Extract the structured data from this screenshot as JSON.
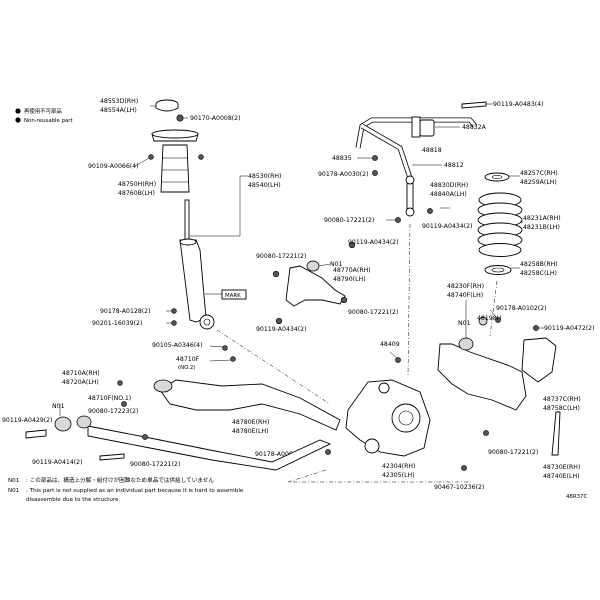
{
  "legend": {
    "not_reusable_jp": "再使用不可部品",
    "not_reusable_en": "Non-reusable part"
  },
  "parts": {
    "p48553D": "48553D(RH)",
    "p48554A": "48554A(LH)",
    "p90170": "90170-A0008(2)",
    "p90109": "90109-A0066(4)",
    "p48750H": "48750H(RH)",
    "p48760B": "48760B(LH)",
    "p48530": "48530(RH)",
    "p48540": "48540(LH)",
    "p90178_left": "90178-A0128(2)",
    "p90201": "90201-16039(2)",
    "mark": "MARK",
    "p90119_top": "90119-A0483(4)",
    "p48832A": "48832A",
    "p48818": "48818",
    "p48835": "48835",
    "p48812": "48812",
    "p90178_mid": "90178-A0030(2)",
    "p48830D": "48830D(RH)",
    "p48840A": "48840A(LH)",
    "p90080_mid1": "90080-17221(2)",
    "p90119_mid": "90119-A0434(2)",
    "p48257C": "48257C(RH)",
    "p48259A": "48259A(LH)",
    "p48231A": "48231A(RH)",
    "p48231B": "48231B(LH)",
    "p48258B": "48258B(RH)",
    "p48258C": "48258C(LH)",
    "p90119_b": "90119-A0434(2)",
    "p90080_b": "90080-17221(2)",
    "n01_a": "N01",
    "p48770A": "48770A(RH)",
    "p48790": "48790(LH)",
    "p90080_c": "90080-17221(2)",
    "p90119_c": "90119-A0434(2)",
    "p48230F": "48230F(RH)",
    "p48740F": "48740F(LH)",
    "n01_b": "N01",
    "p90178_right": "90178-A0102(2)",
    "p48198H": "48198H",
    "p90119_right": "90119-A0472(2)",
    "p90105": "90105-A0346(4)",
    "p48710F_a": "48710F",
    "no2": "(NO.2)",
    "p48409": "48409",
    "p48710A": "48710A(RH)",
    "p48720A": "48720A(LH)",
    "n01_c": "N01",
    "p48710F_b": "48710F(NO.1)",
    "p90080_d": "90080-17223(2)",
    "p90119_left": "90119-A0429(2)",
    "p48780E": "48780E(RH)",
    "p48780E_lh": "48780E(LH)",
    "p90119_low": "90119-A0414(2)",
    "p90080_low": "90080-17221(2)",
    "p90178_low": "90178-A0060(2)",
    "p42304": "42304(RH)",
    "p42305": "42305(LH)",
    "p90080_e": "90080-17221(2)",
    "p48737C": "48737C(RH)",
    "p48758C": "48758C(LH)",
    "p90467": "90467-10236(2)",
    "p48730E": "48730E(RH)",
    "p48740E": "48740E(LH)",
    "note_jp_code": "N01",
    "note_jp_text": ": この部品は、構造上分解・組付けが困難なため単品では供給していません",
    "note_en_code": "N01",
    "note_en_text": ": This part is not supplied as an individual part because it is hard to assemble",
    "note_en_text2": "disassemble due to the structure.",
    "figure_code": "48R37C"
  }
}
